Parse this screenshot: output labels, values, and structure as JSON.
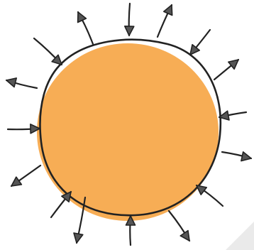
{
  "diagram": {
    "subject": "sphere-with-arrows",
    "colors": {
      "sphere_fill": "#f7ad55",
      "outline": "#222222",
      "arrow_fill": "#555555",
      "watermark": "#e5e5e5"
    },
    "arrows": [
      {
        "id": "arrow-1",
        "direction": "inward"
      },
      {
        "id": "arrow-2",
        "direction": "outward"
      },
      {
        "id": "arrow-3",
        "direction": "outward"
      },
      {
        "id": "arrow-4",
        "direction": "inward"
      },
      {
        "id": "arrow-5",
        "direction": "outward"
      },
      {
        "id": "arrow-6",
        "direction": "inward"
      },
      {
        "id": "arrow-7",
        "direction": "outward"
      },
      {
        "id": "arrow-8",
        "direction": "inward"
      },
      {
        "id": "arrow-9",
        "direction": "outward"
      },
      {
        "id": "arrow-10",
        "direction": "inward"
      },
      {
        "id": "arrow-11",
        "direction": "outward"
      },
      {
        "id": "arrow-12",
        "direction": "inward"
      },
      {
        "id": "arrow-13",
        "direction": "outward"
      },
      {
        "id": "arrow-14",
        "direction": "inward"
      },
      {
        "id": "arrow-15",
        "direction": "outward"
      },
      {
        "id": "arrow-16",
        "direction": "inward"
      }
    ]
  }
}
